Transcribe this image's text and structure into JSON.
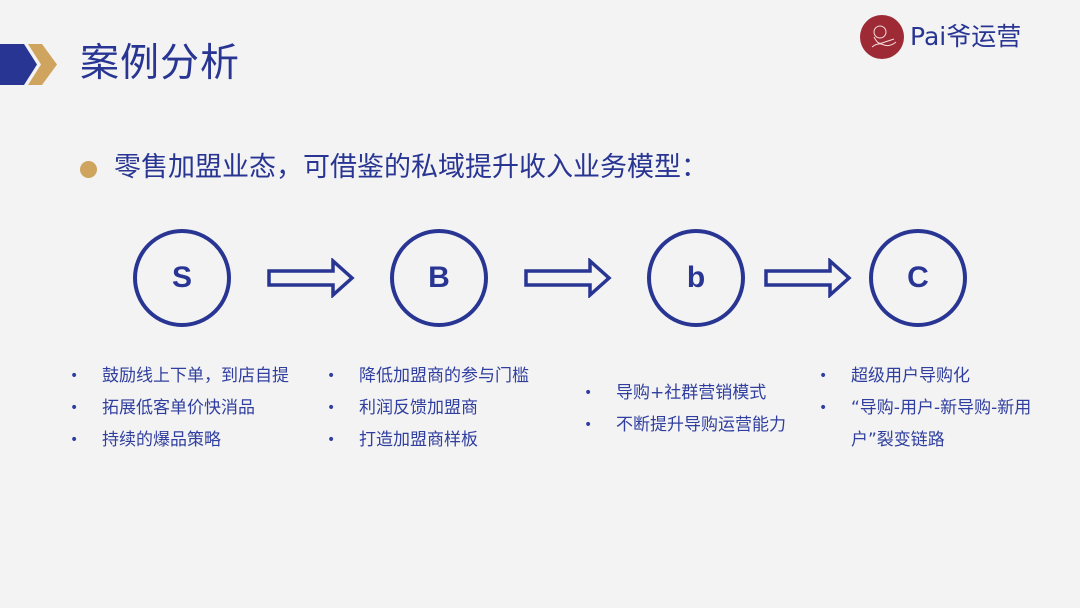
{
  "header": {
    "title": "案例分析",
    "logo_text": "Pai爷运营",
    "colors": {
      "primary": "#283593",
      "accent_gold": "#cfa45e",
      "logo_red": "#9e2a35",
      "background": "#f3f3f3"
    }
  },
  "subtitle": "零售加盟业态，可借鉴的私域提升收入业务模型：",
  "flow": {
    "nodes": [
      {
        "label": "S"
      },
      {
        "label": "B"
      },
      {
        "label": "b"
      },
      {
        "label": "C"
      }
    ],
    "arrows": [
      "right-arrow",
      "right-arrow",
      "right-arrow"
    ]
  },
  "columns": [
    {
      "items": [
        "鼓励线上下单，到店自提",
        "拓展低客单价快消品",
        "持续的爆品策略"
      ]
    },
    {
      "items": [
        "降低加盟商的参与门槛",
        "利润反馈加盟商",
        "打造加盟商样板"
      ]
    },
    {
      "items": [
        "导购+社群营销模式",
        "不断提升导购运营能力"
      ]
    },
    {
      "items": [
        "超级用户导购化",
        "“导购-用户-新导购-新用户”裂变链路"
      ]
    }
  ],
  "bullet_glyph": "•"
}
